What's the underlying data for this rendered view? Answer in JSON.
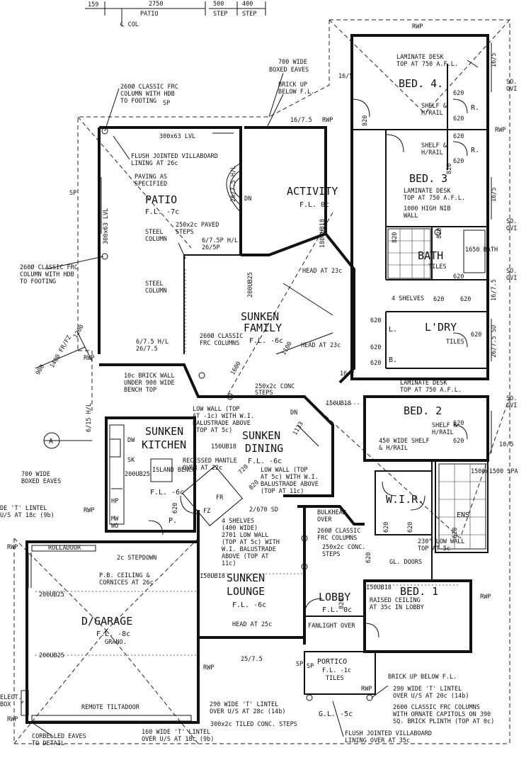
{
  "top_dims": {
    "d159": "159",
    "d2750": "2750",
    "patio": "PATIO",
    "col": "℄ COL",
    "d500": "500",
    "d400": "400",
    "step1": "STEP",
    "step2": "STEP"
  },
  "rooms": {
    "patio_name": "PATIO",
    "patio_fl": "F.L. -7c",
    "activity_name": "ACTIVITY",
    "activity_fl": "F.L. 0c",
    "family_name1": "SUNKEN",
    "family_name2": "FAMILY",
    "family_fl": "F.L. -6c",
    "kitchen_name1": "SUNKEN",
    "kitchen_name2": "KITCHEN",
    "kitchen_fl": "F.L. -6c",
    "dining_name1": "SUNKEN",
    "dining_name2": "DINING",
    "dining_fl": "F.L. -6c",
    "lounge_name1": "SUNKEN",
    "lounge_name2": "LOUNGE",
    "lounge_fl": "F.L. -6c",
    "garage_name": "D/GARAGE",
    "garage_fl": "F.L. -8c",
    "garage_sub": "GRANO.",
    "lobby_name": "LOBBY",
    "lobby_fl": "F.L. 0c",
    "portico_name": "PORTICO",
    "portico_fl": "F.L. -1c",
    "portico_sub": "TILES",
    "bed4": "BED. 4.",
    "bed3": "BED. 3",
    "bed2": "BED. 2",
    "bed1": "BED. 1",
    "bath": "BATH",
    "ldry": "L'DRY",
    "wir": "W.I.R.",
    "ens": "ENS"
  },
  "notes": {
    "n1a": "700 WIDE",
    "n1b": "BOXED EAVES",
    "n2a": "260Ø CLASSIC FRC",
    "n2b": "COLUMN WITH HDB",
    "n2c": "TO FOOTING",
    "n3a": "BRICK UP",
    "n3b": "BELOW F.L.",
    "n4": "16/5",
    "n5": "16/7.5",
    "n6": "RWP",
    "n7": "300x63 LVL",
    "n8a": "FLUSH JOINTED VILLABOARD",
    "n8b": "LINING AT 26c",
    "n9a": "PAVING AS",
    "n9b": "SPECIFIED",
    "n10": "SP",
    "n11": "300x63 LVL",
    "n12": "DN",
    "n13": "26/7.5 H/L",
    "n14a": "250x2c PAVED",
    "n14b": "STEPS",
    "n15a": "6/7.5P H/L",
    "n15b": "26/5P",
    "n16a": "STEEL",
    "n16b": "COLUMN",
    "n17a": "260Ø CLASSIC FRC",
    "n17b": "COLUMN WITH HDB",
    "n17c": "TO FOOTING",
    "n18a": "STEEL",
    "n18b": "COLUMN",
    "n19a": "6/7.5 H/L",
    "n19b": "26/7.5",
    "n20": "1800UB18",
    "n21": "200UB25",
    "n22": "HEAD AT 23c",
    "n23": "HEAD AT 23c",
    "n24a": "260Ø CLASSIC",
    "n24b": "FRC COLUMNS",
    "n25": "1100",
    "n26": "1600",
    "n27a": "250x2c CONC",
    "n27b": "STEPS",
    "n28a": "10c BRICK WALL",
    "n28b": "UNDER 900 WIDE",
    "n28c": "BENCH TOP",
    "n29a": "LOW WALL (TOP",
    "n29b": "AT -1c) WITH W.I.",
    "n29c": "BALUSTRADE ABOVE",
    "n29d": "(TOP AT 5c)",
    "n30": "150UB18",
    "n31": "150UB18",
    "n32a": "RECESSED MANTLE",
    "n32b": "OVER AT 22c",
    "n33a": "LOW WALL (TOP",
    "n33b": "AT 5c) WITH W.I.",
    "n33c": "BALUSTRADE ABOVE",
    "n33d": "(TOP AT 11c)",
    "n34": "2/670 SD",
    "n35a": "4 SHELVES",
    "n35b": "(400 WIDE)",
    "n35c": "2701 LOW WALL",
    "n35d": "(TOP AT 5c) WITH",
    "n35e": "W.I. BALUSTRADE",
    "n35f": "ABOVE (TOP AT",
    "n35g": "11c)",
    "n36a": "BULKHEAD",
    "n36b": "OVER",
    "n37a": "260Ø CLASSIC",
    "n37b": "FRC COLUMNS",
    "n38a": "250x2c CONC.",
    "n38b": "STEPS",
    "n39": "DW",
    "n40": "SK",
    "n41": "ISLAND BENCH",
    "n42": "200UB25",
    "n43": "HP",
    "n44": "MW",
    "n45": "WO",
    "n46": "FR",
    "n47": "FZ",
    "n48": "P.",
    "n49": "620",
    "n50": "720",
    "n51": "820",
    "n52a": "700 WIDE",
    "n52b": "BOXED EAVES",
    "n53a": "DE 'T' LINTEL",
    "n53b": "U/S AT 18c (9b)",
    "n54": "RWP",
    "n55": "ROLLADOOR",
    "n56": "2c STEPDOWN",
    "n57a": "P.B. CEILING &",
    "n57b": "CORNICES AT 26c",
    "n58": "150UB18",
    "n59": "200UB25",
    "n60": "200UB25",
    "n61": "HEAD AT 25c",
    "n62": "25/7.5",
    "n63": "RWP",
    "n64a": "ELECT.",
    "n64b": "BOX",
    "n65": "RWP",
    "n66": "REMOTE TILTADOOR",
    "n67a": "CORBELLED EAVES",
    "n67b": "TO DETAIL",
    "n68a": "160 WIDE 'T' LINTEL",
    "n68b": "OVER U/S AT 18c (9b)",
    "n69a": "290 WIDE 'T' LINTEL",
    "n69b": "OVER U/S AT 28c (14b)",
    "n70": "300x2c TILED CONC. STEPS",
    "n71": "G.L. -5c",
    "n72a": "FLUSH JOINTED VILLABOARD",
    "n72b": "LINING OVER AT 35c",
    "n73": "FANLIGHT OVER",
    "n74a": "RAISED CEILING",
    "n74b": "AT 35c IN LOBBY",
    "n75": "GL. DOORS",
    "n76": "150UB18",
    "n77a": "230° LOW WALL",
    "n77b": "TOP AT 5c",
    "n78a": "LAMINATE DESK",
    "n78b": "TOP AT 750 A.F.L.",
    "n79a": "SHELF &",
    "n79b": "H/RAIL",
    "n80a": "450 WIDE SHELF",
    "n80b": "& H/RAIL",
    "n81a": "SHELF &",
    "n81b": "H/RAIL",
    "n82a": "SHELF &",
    "n82b": "H/RAIL",
    "n83a": "LAMINATE DESK",
    "n83b": "TOP AT 750 A.F.L.",
    "n84a": "LAMINATE DESK",
    "n84b": "TOP AT 750 A.F.L.",
    "n85a": "1000 HIGH NIB",
    "n85b": "WALL",
    "n86": "4 SHELVES",
    "n87": "1500x1500 SPA",
    "n88": "1650 BATH",
    "n89a": "BRICK UP BELOW F.L.",
    "n90a": "290 WIDE 'T' LINTEL",
    "n90b": "OVER U/S AT 20c (14b)",
    "n91a": "2600 CLASSIC FRC COLUMNS",
    "n91b": "WITH ORNATE CAPITOLS ON 390",
    "n91c": "SQ. BRICK PLINTH (TOP AT 0c)",
    "n92": "RWP",
    "n93": "RWP",
    "n94": "RWP",
    "n95": "SP",
    "n96": "RWP",
    "n97": "SP",
    "n98": "820",
    "n99": "820",
    "n100": "620",
    "n101": "620",
    "n102": "16/5",
    "n103": "16/5",
    "n104": "10/5",
    "n105": "26/7.5 SD",
    "n106": "16/7.5",
    "n107": "16/2",
    "n108": "1133",
    "n109": "DN",
    "n110": "A",
    "n111": "900",
    "n112": "1400 FR/FZ",
    "n113": "1200",
    "n114": "RWP",
    "n115": "RWP",
    "n116": "6/15 H/L",
    "n117": "R.",
    "n118": "R.",
    "n119": "L.",
    "n120": "B.",
    "n121": "TILES",
    "n122": "TILES",
    "n123": "SO.",
    "n124": "OVI",
    "n125": "SO.",
    "n126": "OVI",
    "n127": "SO.",
    "n128": "OVI",
    "n129": "SO.",
    "n130": "OVI",
    "n131": "SP",
    "n132": "820",
    "n133": "620",
    "n134": "820",
    "n135": "620",
    "n136": "820",
    "n137": "620",
    "n138": "620",
    "n139": "620",
    "n140": "620",
    "n141": "620",
    "n142": "620",
    "n143": "620",
    "n144": "620",
    "n145": "620",
    "n146": "620",
    "n147": "620",
    "n148": "620",
    "n149": "620"
  }
}
